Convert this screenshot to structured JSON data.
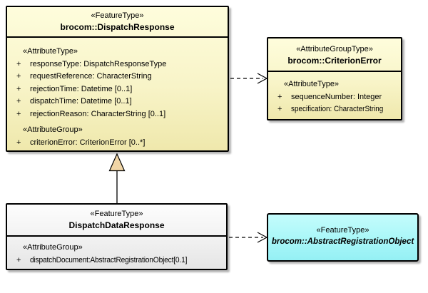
{
  "diagram_title": "UML class diagram - brocom DispatchResponse model",
  "colors": {
    "class_fill_top": "#FEFDDC",
    "class_fill_bottom": "#EFE8AC",
    "neutral_fill_top": "#FDFDFD",
    "neutral_fill_bottom": "#E5E5E5",
    "abstract_fill_top": "#C4FCFC",
    "abstract_fill_bottom": "#95F0F4",
    "border": "#000000",
    "shadow": "#b6b6b6",
    "generalization_triangle_fill": "#F0D5A6",
    "background": "#ffffff"
  },
  "classes": [
    {
      "stereotype": "«FeatureType»",
      "name": "brocom::DispatchResponse",
      "compartments": [
        {
          "header": "«AttributeType»",
          "rows": [
            {
              "vis": "+",
              "text": "responseType: DispatchResponseType"
            },
            {
              "vis": "+",
              "text": "requestReference: CharacterString"
            },
            {
              "vis": "+",
              "text": "rejectionTime: Datetime [0..1]"
            },
            {
              "vis": "+",
              "text": "dispatchTime: Datetime [0..1]"
            },
            {
              "vis": "+",
              "text": "rejectionReason: CharacterString [0..1]"
            }
          ]
        },
        {
          "header": "«AttributeGroup»",
          "rows": [
            {
              "vis": "+",
              "text": "criterionError: CriterionError [0..*]"
            }
          ]
        }
      ]
    },
    {
      "stereotype": "«AttributeGroupType»",
      "name": "brocom::CriterionError",
      "compartments": [
        {
          "header": "«AttributeType»",
          "rows": [
            {
              "vis": "+",
              "text": "sequenceNumber: Integer"
            },
            {
              "vis": "+",
              "text": "specification: CharacterString"
            }
          ]
        }
      ]
    },
    {
      "stereotype": "«FeatureType»",
      "name": "DispatchDataResponse",
      "compartments": [
        {
          "header": "«AttributeGroup»",
          "rows": [
            {
              "vis": "+",
              "text": "dispatchDocument:AbstractRegistrationObject[0.1]"
            }
          ]
        }
      ]
    },
    {
      "stereotype": "«FeatureType»",
      "name": "brocom::AbstractRegistrationObject",
      "compartments": []
    }
  ],
  "connectors": [
    {
      "kind": "dependency",
      "line": "dashed",
      "arrowhead": "open",
      "from": "brocom::DispatchResponse",
      "to": "brocom::CriterionError"
    },
    {
      "kind": "generalization",
      "line": "solid",
      "arrowhead": "triangle",
      "from": "DispatchDataResponse",
      "to": "brocom::DispatchResponse"
    },
    {
      "kind": "dependency",
      "line": "dashed",
      "arrowhead": "open",
      "from": "DispatchDataResponse",
      "to": "brocom::AbstractRegistrationObject"
    }
  ]
}
